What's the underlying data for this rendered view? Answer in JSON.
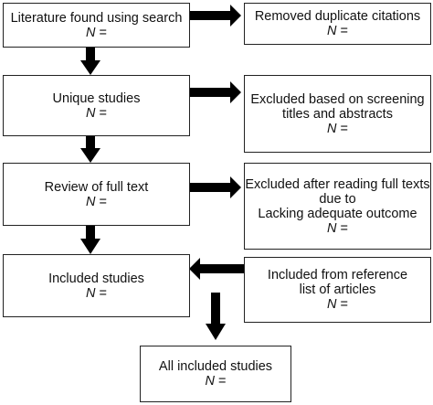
{
  "boxes": {
    "literature_search": {
      "lines": [
        "Literature found using search"
      ],
      "n_label": "N",
      "n_suffix": " ="
    },
    "removed_duplicates": {
      "lines": [
        "Removed duplicate citations"
      ],
      "n_label": "N",
      "n_suffix": " ="
    },
    "unique_studies": {
      "lines": [
        "Unique studies"
      ],
      "n_label": "N",
      "n_suffix": " ="
    },
    "excluded_screening": {
      "lines": [
        "Excluded based on screening",
        "titles and abstracts"
      ],
      "n_label": "N",
      "n_suffix": " ="
    },
    "full_text_review": {
      "lines": [
        "Review of full text"
      ],
      "n_label": "N",
      "n_suffix": " ="
    },
    "excluded_full_text": {
      "lines": [
        "Excluded after reading full texts",
        "due to",
        "Lacking adequate outcome"
      ],
      "n_label": "N",
      "n_suffix": " ="
    },
    "included_studies": {
      "lines": [
        "Included studies"
      ],
      "n_label": "N",
      "n_suffix": " ="
    },
    "included_reference": {
      "lines": [
        "Included from reference",
        "list of articles"
      ],
      "n_label": "N",
      "n_suffix": " ="
    },
    "all_included": {
      "lines": [
        "All included studies"
      ],
      "n_label": "N",
      "n_suffix": " ="
    }
  },
  "colors": {
    "arrow": "#000000",
    "border": "#222222"
  }
}
